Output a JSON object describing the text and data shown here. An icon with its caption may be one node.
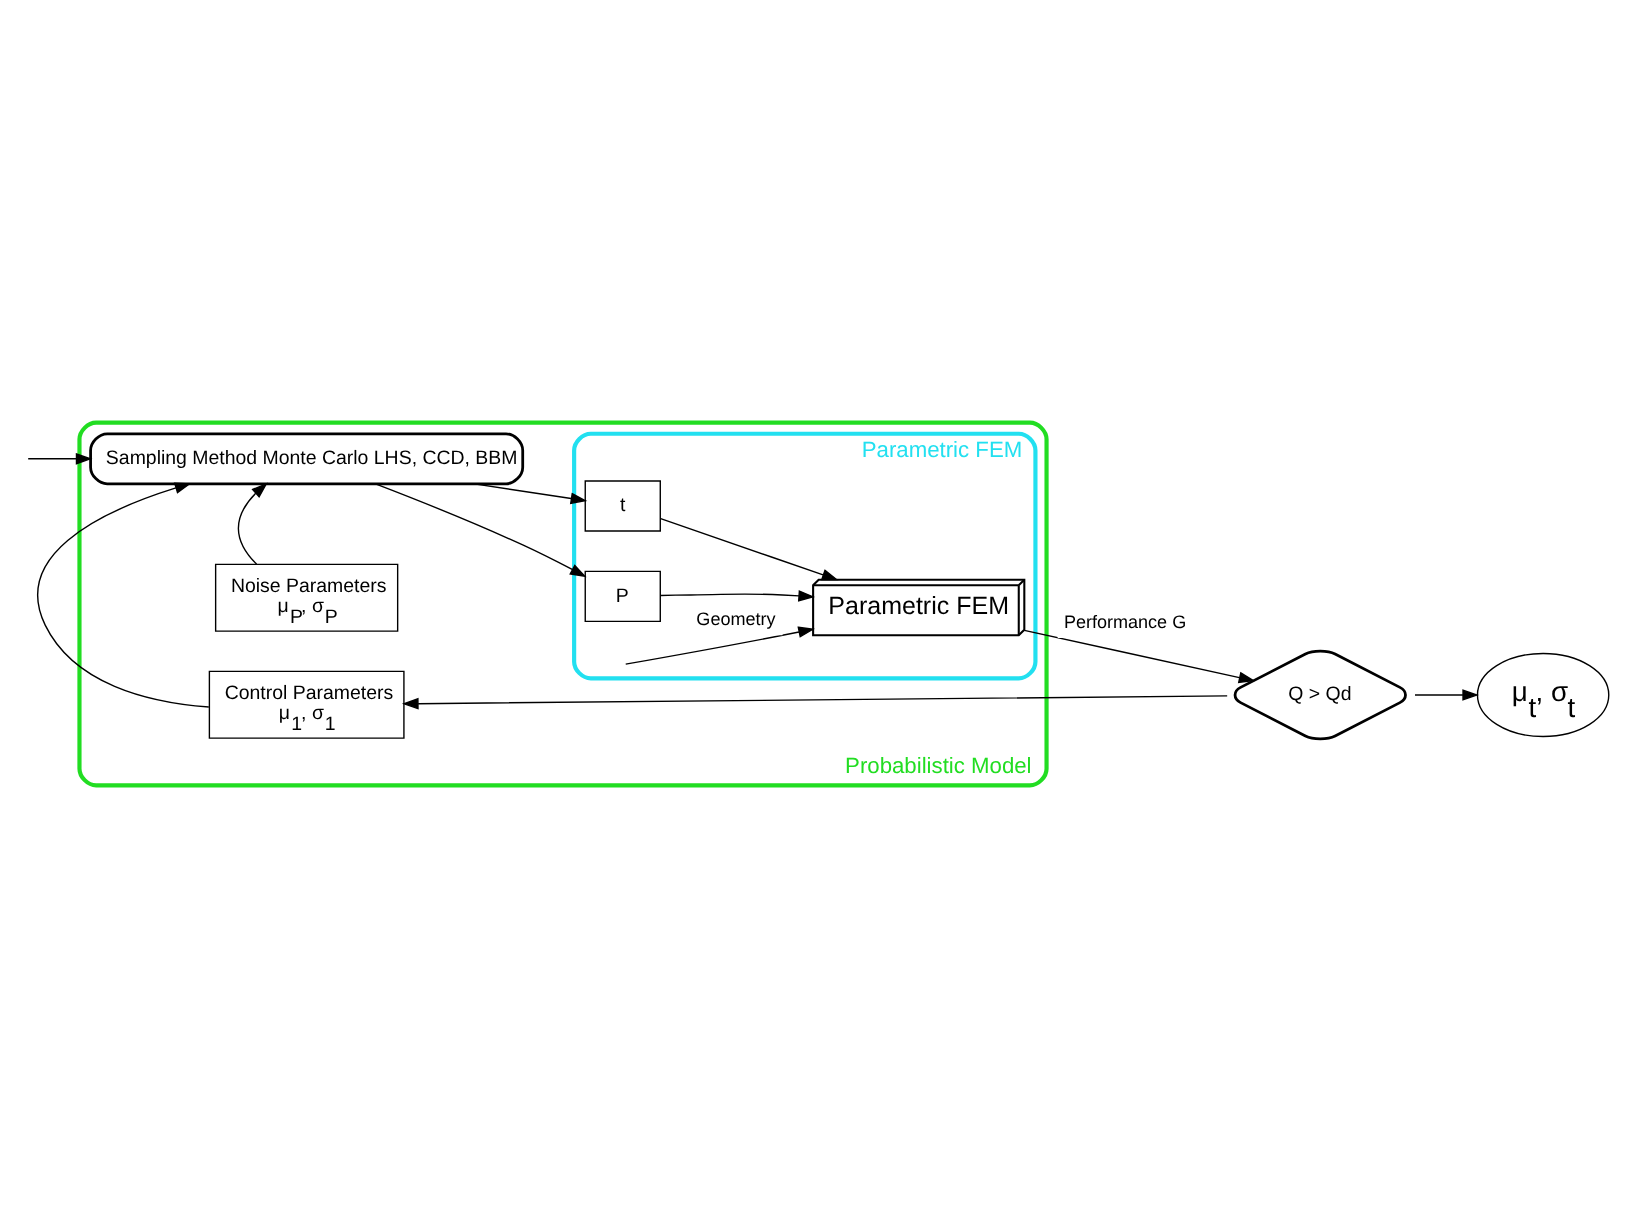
{
  "diagram": {
    "nodes": [
      {
        "text": [
          "Probabilistic Model"
        ]
      },
      {
        "text": [
          "Noise Parameters",
          "μ$_{P}$, σ$_{P}$"
        ],
        "in": 0
      },
      {
        "text": [
          "Sampling Method Monte Carlo LHS, CCD, BBM"
        ],
        "in": 0
      },
      {
        "text": [
          "Control Parameters",
          "μ$_{1}$, σ$_{1}$"
        ],
        "in": 0
      },
      {
        "text": [
          "Parametric FEM"
        ],
        "in": 0
      },
      {
        "text": [
          "P"
        ],
        "in": 4
      },
      {
        "text": [
          "Parametric FEM"
        ],
        "in": 4
      },
      {
        "text": [
          "t"
        ],
        "in": 4
      },
      {
        "text": [
          "Q > Qd"
        ]
      },
      {
        "text": [
          "μ$_{t}$, σ$_{t}$"
        ]
      }
    ],
    "edges": [
      {
        "from": null,
        "to": 2,
        "arrow": "to"
      },
      {
        "from": 1,
        "to": 2,
        "arrow": "to"
      },
      {
        "from": 3,
        "to": 2,
        "arrow": "to"
      },
      {
        "from": 2,
        "to": 5,
        "arrow": "to"
      },
      {
        "from": 2,
        "to": 7,
        "arrow": "to"
      },
      {
        "from": 5,
        "to": 6,
        "arrow": "to"
      },
      {
        "from": null,
        "to": 6,
        "label": "Geometry",
        "arrow": "to"
      },
      {
        "from": 7,
        "to": 6,
        "arrow": "to"
      },
      {
        "from": 6,
        "to": 8,
        "label": "Performance G",
        "arrow": "to"
      },
      {
        "from": 8,
        "to": 9,
        "arrow": "to"
      },
      {
        "from": 8,
        "to": 3,
        "arrow": "to"
      }
    ]
  }
}
